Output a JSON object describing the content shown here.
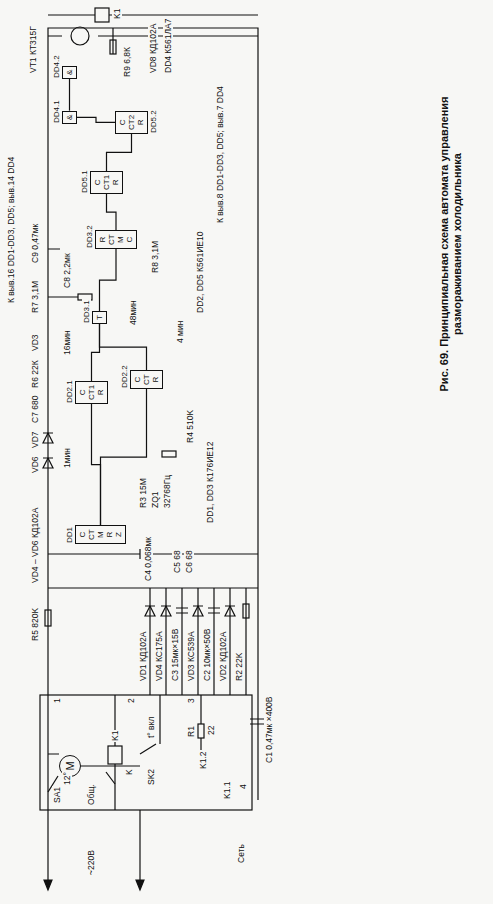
{
  "diagram": {
    "caption": "Рис. 69. Принципиальная схема автомата управления размораживанием холодильника",
    "nodes": [
      {
        "text": [
          "M"
        ]
      },
      {
        "text": [
          "DD1",
          "C",
          "CT",
          "M",
          "R",
          "Z"
        ]
      },
      {
        "text": [
          "DD2.1",
          "C",
          "CT1",
          "R"
        ]
      },
      {
        "text": [
          "DD2.2",
          "C",
          "CT",
          "R"
        ]
      },
      {
        "text": [
          "DD3.1",
          "T"
        ]
      },
      {
        "text": [
          "DD3.2",
          "R",
          "CT",
          "M",
          "C"
        ]
      },
      {
        "text": [
          "DD5.1",
          "C",
          "CT1",
          "R"
        ]
      },
      {
        "text": [
          "DD5.2",
          "C",
          "CT2",
          "R"
        ]
      },
      {
        "text": [
          "DD4.1",
          "&"
        ]
      },
      {
        "text": [
          "DD4.2",
          "&"
        ]
      }
    ],
    "edges": [
      {
        "from": 1,
        "to": 2,
        "arrow": "none"
      },
      {
        "from": 1,
        "to": 3,
        "arrow": "none"
      },
      {
        "from": 2,
        "to": 4,
        "arrow": "none"
      },
      {
        "from": 3,
        "to": 4,
        "arrow": "none"
      },
      {
        "from": 4,
        "to": 5,
        "arrow": "none"
      },
      {
        "from": 5,
        "to": 6,
        "arrow": "none"
      },
      {
        "from": 6,
        "to": 7,
        "arrow": "none"
      },
      {
        "from": 7,
        "to": 8,
        "arrow": "none"
      },
      {
        "from": 8,
        "to": 9,
        "arrow": "none"
      }
    ],
    "labels": [
      "~220В",
      "Сеть",
      "SA1",
      "12°",
      "Общ.",
      "K",
      "K1",
      "SK2",
      "t° вкл",
      "1",
      "2",
      "3",
      "4",
      "R1",
      "22",
      "K1.2",
      "K1.1",
      "C1 0,47мк ×400В",
      "VD1 КД102А",
      "VD4 КС175А",
      "C3 15мк×15В",
      "VD3 КС539А",
      "C2 10мк×50В",
      "VD2 КД102А",
      "R2 22K",
      "R5 820K",
      "VD4 – VD6 КД102А",
      "VD6",
      "VD7",
      "C4 0,068мк",
      "R3 15М",
      "ZQ1",
      "32768Гц",
      "C5 68",
      "C6 68",
      "R4 510K",
      "DD1, DD3 К176ИЕ12",
      "1мин",
      "C7 680",
      "R6 22К",
      "VD3",
      "16мин",
      "4 мин",
      "48мин",
      "DD2, DD5 К561ИЕ10",
      "R7 3,1М",
      "C9 0,47мк",
      "К выв.16 DD1-DD3, DD5; выв.14 DD4",
      "C8 2,2мк",
      "R8 3,1М",
      "VT1 КТ315Г",
      "R9 6,8К",
      "K1",
      "VD8 КД102А",
      "DD4 К561ЛА7",
      "К выв.8 DD1-DD3, DD5; выв.7 DD4"
    ]
  }
}
